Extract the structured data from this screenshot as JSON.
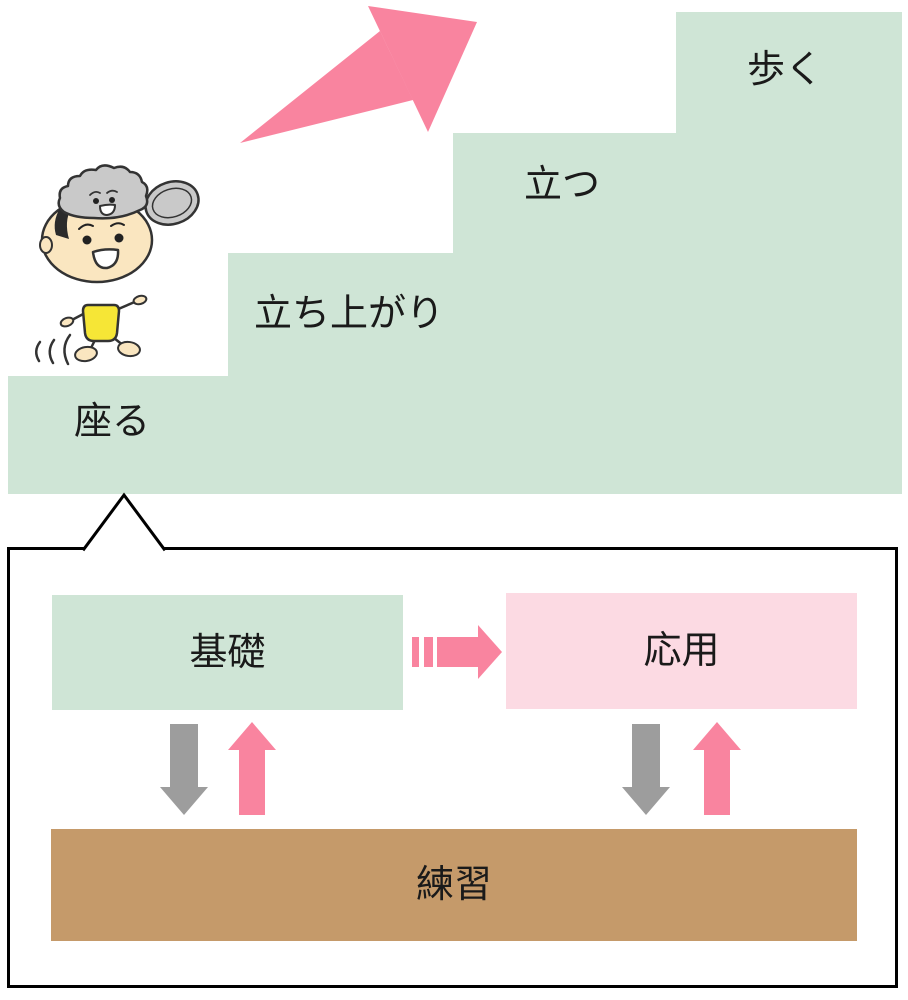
{
  "title": "rehabilitation-progress-staircase-diagram",
  "staircase": {
    "steps": [
      {
        "label": "座る"
      },
      {
        "label": "立ち上がり"
      },
      {
        "label": "立つ"
      },
      {
        "label": "歩く"
      }
    ]
  },
  "detail": {
    "basic_label": "基礎",
    "applied_label": "応用",
    "practice_label": "練習"
  },
  "icons": {
    "growth_arrow": "pink-up-right-swoosh-arrow",
    "character": "toddler-with-gray-cloud-hat-walking",
    "fast_forward_arrow": "pink-dashed-right-arrow",
    "down_arrows": "gray-down-arrow",
    "up_arrows": "pink-up-arrow",
    "callout": "speech-callout-box-with-notch"
  },
  "colors": {
    "step_green": "#cfe5d6",
    "arrow_pink": "#f9849f",
    "applied_pink": "#fcdae3",
    "arrow_gray": "#9d9d9d",
    "practice_brown": "#c59a6a",
    "outline_black": "#000000",
    "shirt_yellow": "#f6e636",
    "skin_peach": "#fae6c0",
    "hat_gray": "#c9c9c9"
  }
}
